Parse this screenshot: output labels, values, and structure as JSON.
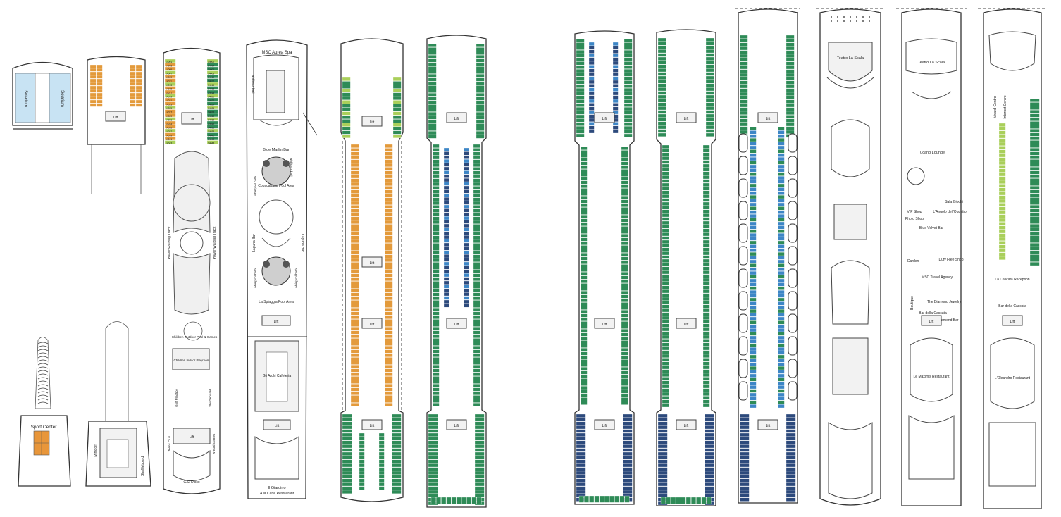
{
  "palette": {
    "cabin_green": "#2e8b57",
    "cabin_green_dark": "#1f6e44",
    "cabin_blue": "#3d86c6",
    "cabin_navy": "#2d4a7c",
    "cabin_orange": "#e39a3b",
    "cabin_lightgreen": "#a9cf5a",
    "solarium_blue": "#c8e3f3",
    "sport_orange": "#e8963a",
    "hull_stroke": "#333333",
    "room_gray": "#e6e6e6"
  },
  "decks": [
    {
      "key": "d1",
      "labels": {
        "solarium_left": "Solarium",
        "solarium_right": "Solarium"
      }
    },
    {
      "key": "d2",
      "labels": {
        "sport_center": "Sport Center"
      }
    },
    {
      "key": "d3",
      "labels": {
        "lift": "Lift",
        "minigolf": "Minigolf",
        "shuffleboard": "Shuffleboard"
      }
    },
    {
      "key": "d4",
      "labels": {
        "lift_top": "Lift",
        "lift_bottom": "Lift",
        "walking_left": "Power Walking Track",
        "walking_right": "Power Walking Track",
        "children_outdoor": "Children Outdoor Pool & Games",
        "children_indoor": "Children Indoor Playroom",
        "golf_practice": "Golf Practice",
        "shuffleboard": "Shuffleboard",
        "virtual_games": "Virtual Games",
        "teens_club": "Teens Club",
        "disco": "G32 Disco",
        "cabins_left": [
          "14001",
          "14003",
          "14005",
          "14007",
          "14009",
          "14011",
          "14013",
          "14015",
          "14017",
          "14019",
          "14021",
          "14023",
          "14025",
          "14027",
          "14029",
          "14031",
          "14033",
          "14035",
          "14037",
          "14039",
          "14041",
          "14043"
        ],
        "cabins_right": [
          "14002",
          "14004",
          "14006",
          "14008",
          "14010",
          "14012",
          "14014",
          "14016",
          "14018",
          "14020",
          "14022",
          "14024",
          "14026",
          "14028",
          "14030",
          "14032",
          "14034",
          "14036",
          "14038",
          "14040",
          "14042",
          "14044"
        ]
      }
    },
    {
      "key": "d5",
      "labels": {
        "spa": "MSC Aurea Spa",
        "whirlpool_1": "whirlpool bath",
        "whirlpool_2": "whirlpool bath",
        "whirlpool_3": "whirlpool bath",
        "whirlpool_4": "whirlpool bath",
        "whirlpool_5": "whirlpool bath",
        "blue_marlin": "Blue Marlin Bar",
        "copacabana": "Copacabana Pool Area",
        "laguna_left": "Laguna Bar",
        "laguna_right": "Laguna Bar",
        "spiaggia": "La Spiaggia Pool Area",
        "lift_top": "Lift",
        "lift_bottom": "Lift",
        "cafeteria": "Gli Archi Cafeteria",
        "giardino": "Il Giardino",
        "giardino_sub": "À la Carte Restaurant"
      }
    },
    {
      "key": "d6",
      "labels": {
        "lift_a": "Lift",
        "lift_b": "Lift",
        "lift_c": "Lift",
        "lift_d": "Lift"
      }
    },
    {
      "key": "d7",
      "labels": {
        "lift_a": "Lift",
        "lift_b": "Lift",
        "lift_c": "Lift"
      }
    },
    {
      "key": "d8",
      "labels": {
        "lift_a": "Lift",
        "lift_b": "Lift",
        "lift_c": "Lift"
      }
    },
    {
      "key": "d9",
      "labels": {
        "lift_a": "Lift",
        "lift_b": "Lift",
        "lift_c": "Lift"
      }
    },
    {
      "key": "d10",
      "labels": {
        "lift_a": "Lift",
        "lift_b": "Lift"
      }
    },
    {
      "key": "d11",
      "labels": {
        "teatro": "Teatro La Scala"
      }
    },
    {
      "key": "d12",
      "labels": {
        "teatro": "Teatro La Scala",
        "tucano": "Tucano Lounge",
        "sala_giochi": "Sala Giochi",
        "angolo": "L'Angolo dell'Oggetto",
        "vip_shop": "VIP Shop",
        "photo_shop": "Photo Shop",
        "blue_velvet": "Blue Velvet Bar",
        "duty_free": "Duty Free Shop",
        "garden": "Garden",
        "travel_agency": "MSC Travel Agency",
        "diamond_jewelry": "The Diamond Jewelry",
        "boutique": "Boutique",
        "bar_cascata": "Bar della Cascata",
        "diamond_bar": "Diamond Bar",
        "lift": "Lift",
        "maxim": "Le Maxim's Restaurant"
      }
    },
    {
      "key": "d13",
      "labels": {
        "reception_left": "Vivaldi Centre",
        "reception_right": "Internet Centre",
        "cascata_reception": "La Cascata Reception",
        "bar_cascata": "Bar della Cascata",
        "lift": "Lift",
        "oleandro": "L'Oleandro Restaurant"
      }
    }
  ]
}
